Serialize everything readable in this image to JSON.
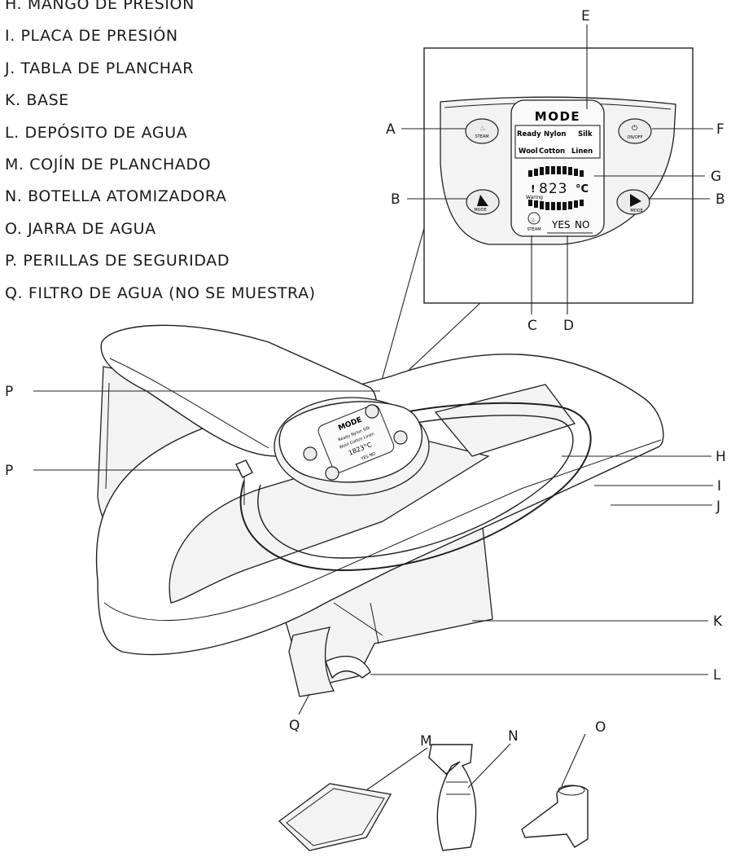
{
  "parts_list": [
    "H. MANGO DE PRESIÓN",
    "I. PLACA DE PRESIÓN",
    "J. TABLA DE PLANCHAR",
    "K. BASE",
    "L. DEPÓSITO DE AGUA",
    "M. COJÍN DE PLANCHADO",
    "N. BOTELLA ATOMIZADORA",
    "O. JARRA DE AGUA",
    "P. PERILLAS DE SEGURIDAD",
    "Q. FILTRO DE AGUA (NO SE MUESTRA)"
  ],
  "callouts": {
    "a": "A",
    "b_left": "B",
    "b_right": "B",
    "c": "C",
    "d": "D",
    "e": "E",
    "f": "F",
    "g": "G",
    "h": "H",
    "i": "I",
    "j": "J",
    "k": "K",
    "l": "L",
    "m": "M",
    "n": "N",
    "o": "O",
    "p_upper": "P",
    "p_lower": "P",
    "q": "Q"
  },
  "panel": {
    "mode": "MODE",
    "fabrics_row1": [
      "Ready",
      "Nylon",
      "Silk"
    ],
    "fabrics_row2": [
      "Wool",
      "Cotton",
      "Linen"
    ],
    "temp_digits": "823",
    "temp_unit": "°C",
    "warning": "Waring",
    "steam_left": "STEAM",
    "steam_bottom": "STEAM",
    "onoff": "ON/OFF",
    "mode_left": "MODE",
    "mode_right": "MODE",
    "yes": "YES",
    "no": "NO"
  },
  "mini_panel": {
    "mode": "MODE",
    "row1": "Ready Nylon Silk",
    "row2": "Wool Cotton Linen",
    "digits": "1823°C",
    "yes_no": "YES NO"
  }
}
